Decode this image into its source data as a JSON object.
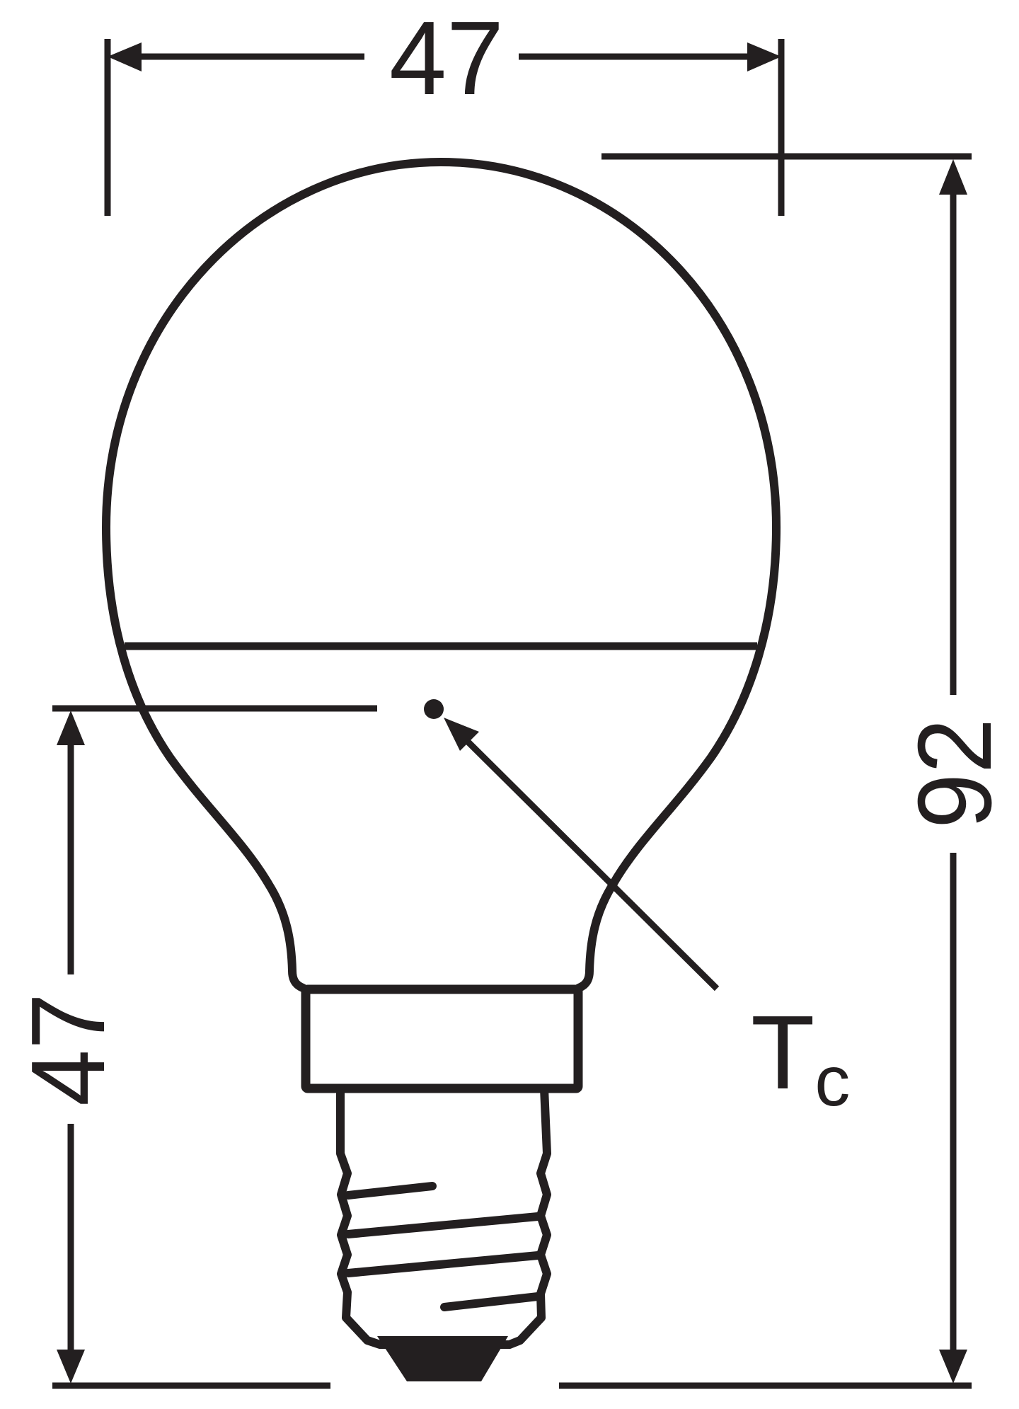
{
  "diagram": {
    "type": "technical-dimension-drawing",
    "subject": "LED mini globe lamp (P45 shape) with E14 screw base",
    "colors": {
      "line": "#231f20",
      "background": "#ffffff"
    },
    "dimensions": {
      "diameter": {
        "value": "47",
        "orientation": "horizontal",
        "position": "top"
      },
      "overall_length": {
        "value": "92",
        "orientation": "vertical",
        "position": "right"
      },
      "tc_height": {
        "value": "47",
        "orientation": "vertical",
        "position": "left"
      }
    },
    "annotations": {
      "tc_label": {
        "main": "T",
        "sub": "c"
      }
    }
  }
}
